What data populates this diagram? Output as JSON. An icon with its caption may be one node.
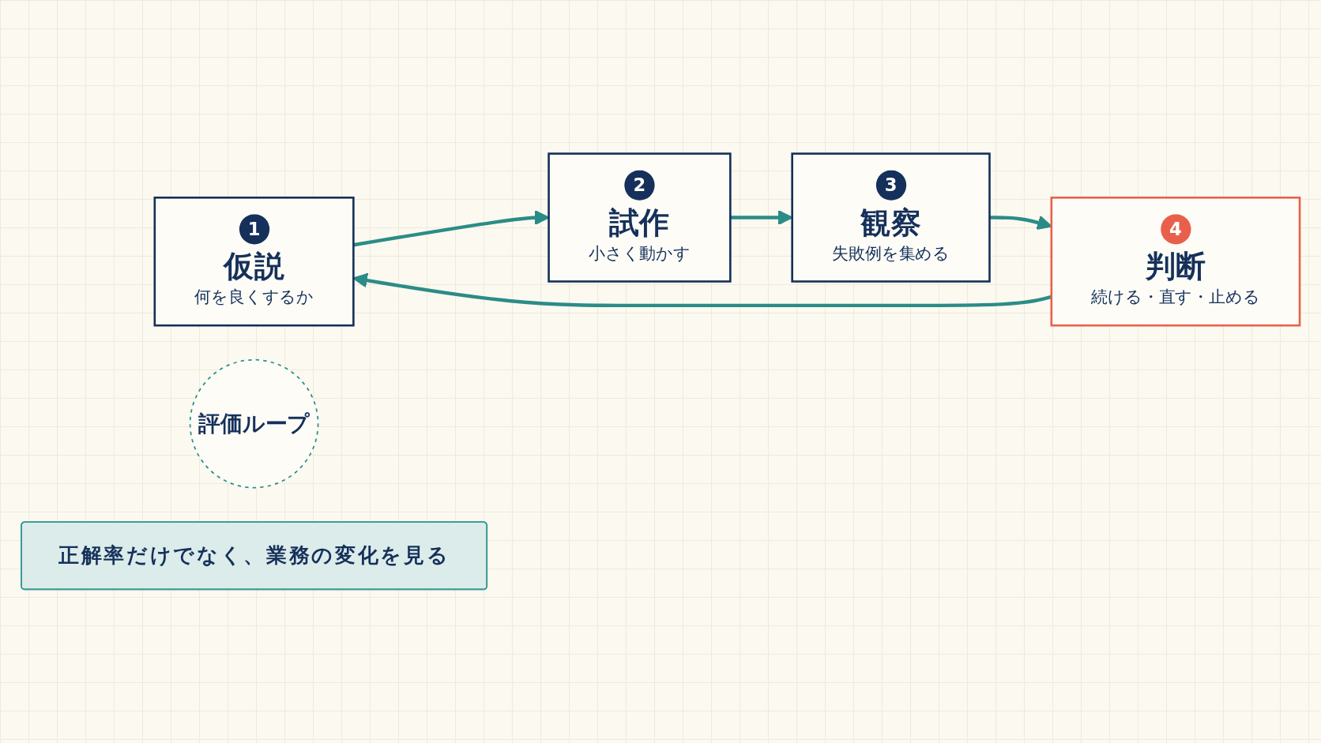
{
  "diagram": {
    "nodes": [
      {
        "text": [
          "1",
          "仮説",
          "何を良くするか"
        ]
      },
      {
        "text": [
          "2",
          "試作",
          "小さく動かす"
        ]
      },
      {
        "text": [
          "評価ループ"
        ]
      },
      {
        "text": [
          "4",
          "判断",
          "続ける・直す・止める"
        ]
      },
      {
        "text": [
          "3",
          "観察",
          "失敗例を集める"
        ]
      },
      {
        "text": [
          "正解率だけでなく、業務の変化を見る"
        ]
      }
    ],
    "edges": [
      {
        "from": 0,
        "to": 1,
        "arrow": "to"
      },
      {
        "from": 1,
        "to": 4,
        "arrow": "to"
      },
      {
        "from": 4,
        "to": 3,
        "arrow": "to"
      },
      {
        "from": 3,
        "to": 0,
        "arrow": "to"
      }
    ]
  }
}
